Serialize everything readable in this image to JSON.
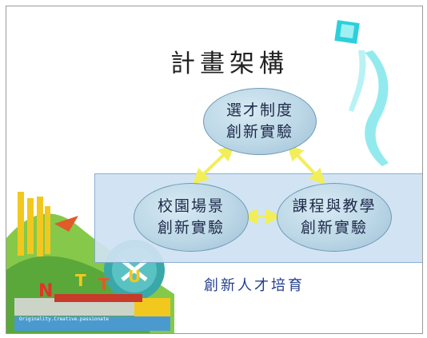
{
  "title": "計畫架構",
  "nodes": {
    "top": {
      "line1": "選才制度",
      "line2": "創新實驗"
    },
    "left": {
      "line1": "校園場景",
      "line2": "創新實驗"
    },
    "right": {
      "line1": "課程與教學",
      "line2": "創新實驗"
    }
  },
  "band_label": "創新人才培育",
  "logo": {
    "letters": [
      "N",
      "T",
      "T",
      "U"
    ],
    "tagline": "Originality.Creative.passionate"
  },
  "colors": {
    "arrow": "#f2ee5a",
    "band": "#cfe2f2",
    "node": "#bcd7e6",
    "label": "#233f8f"
  }
}
